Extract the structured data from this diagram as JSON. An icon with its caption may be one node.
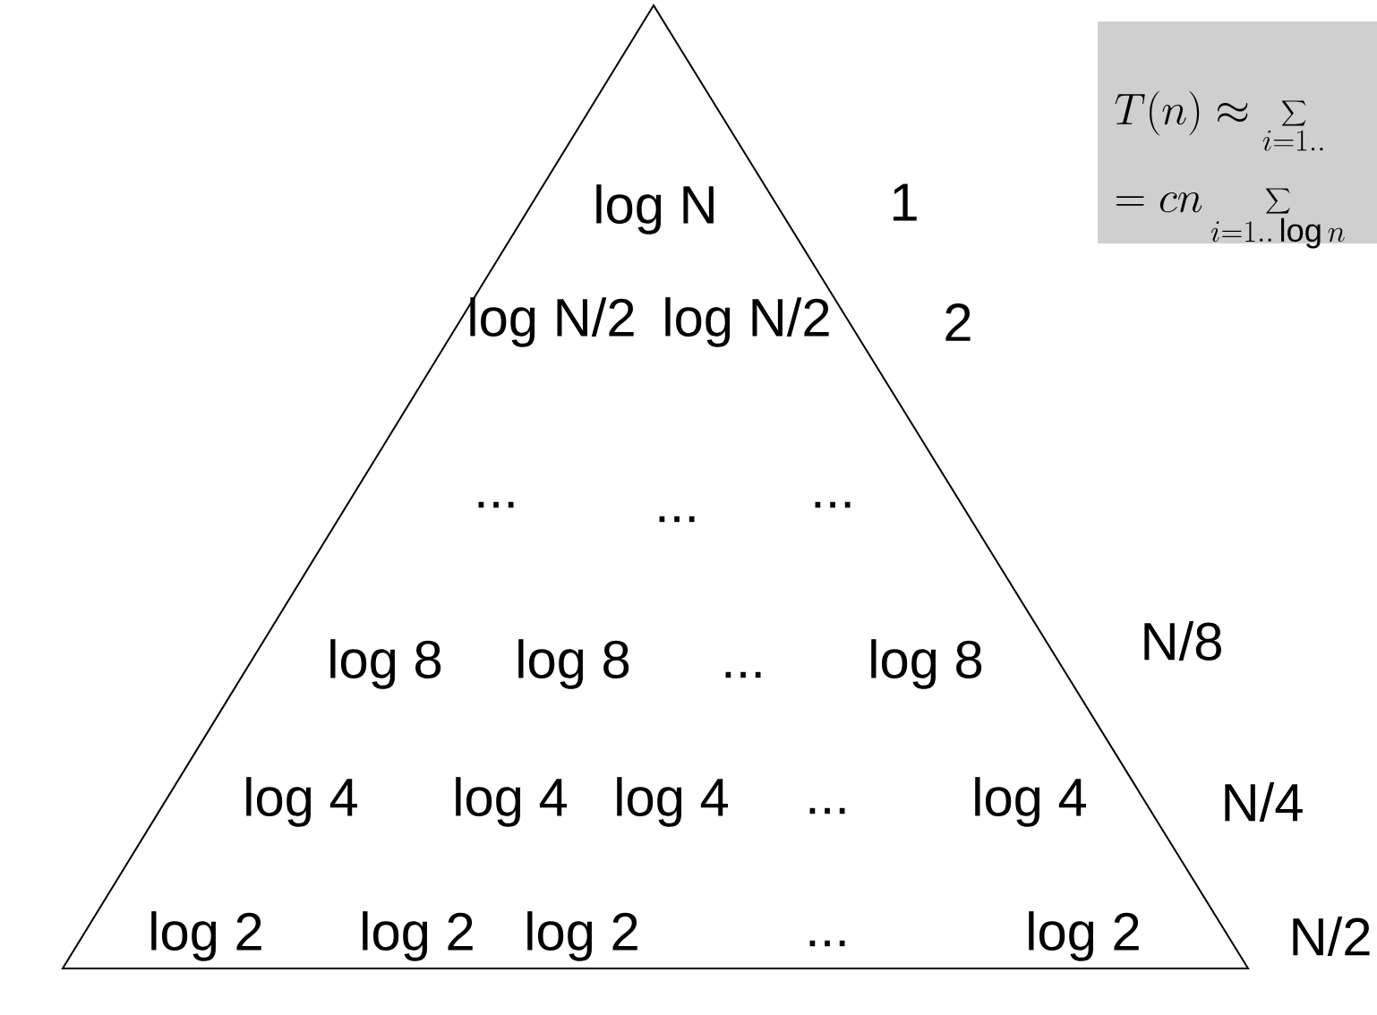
{
  "diagram": {
    "labels": [
      "log N",
      "1",
      "log N/2",
      "log N/2",
      "2",
      "...",
      "...",
      "...",
      "log 8",
      "log 8",
      "...",
      "log 8",
      "N/8",
      "log 4",
      "log 4",
      "log 4",
      "...",
      "log 4",
      "N/4",
      "log 2",
      "log 2",
      "log 2",
      "...",
      "log 2",
      "N/2",
      "T(n) \\approx \\sum_{i=1..}",
      "= cn \\sum_{i=1..\\log n}"
    ]
  }
}
